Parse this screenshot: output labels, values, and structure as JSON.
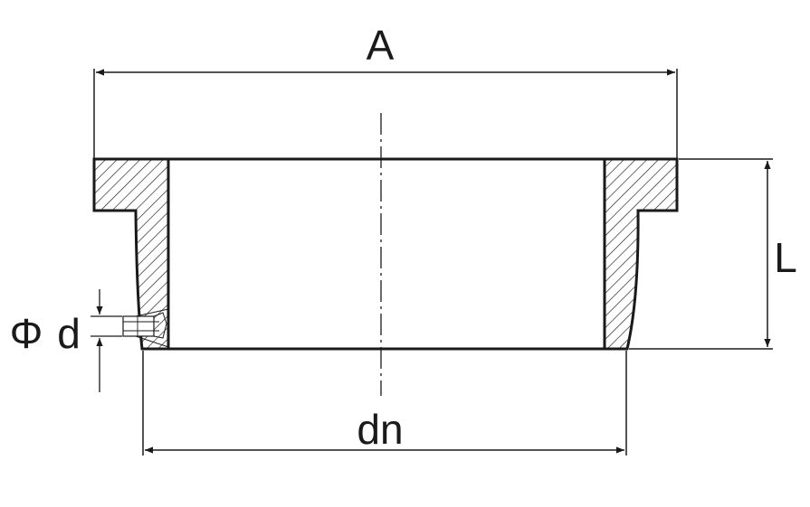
{
  "drawing": {
    "dimensions": {
      "A": "A",
      "L": "L",
      "dn": "dn",
      "phi": "Φ",
      "d": "d"
    },
    "colors": {
      "line": "#1a1a1a",
      "background": "#ffffff"
    }
  }
}
